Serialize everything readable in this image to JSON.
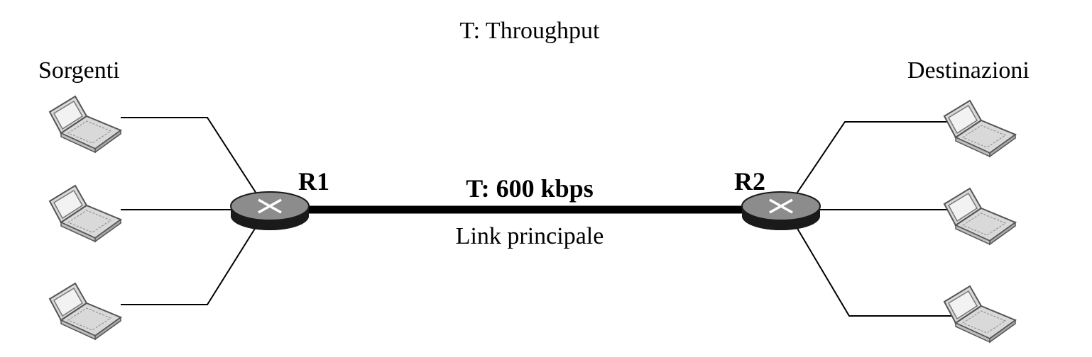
{
  "diagram": {
    "title": "T: Throughput",
    "sources_label": "Sorgenti",
    "destinations_label": "Destinazioni",
    "router_left": "R1",
    "router_right": "R2",
    "link_throughput": "T: 600 kbps",
    "link_name": "Link principale"
  },
  "icons": {
    "host": "laptop-icon",
    "router": "router-icon"
  },
  "colors": {
    "router_top": "#8c8c8c",
    "router_side": "#1a1a1a",
    "laptop_fill": "#d9d9d9",
    "laptop_screen": "#f2f2f2"
  }
}
